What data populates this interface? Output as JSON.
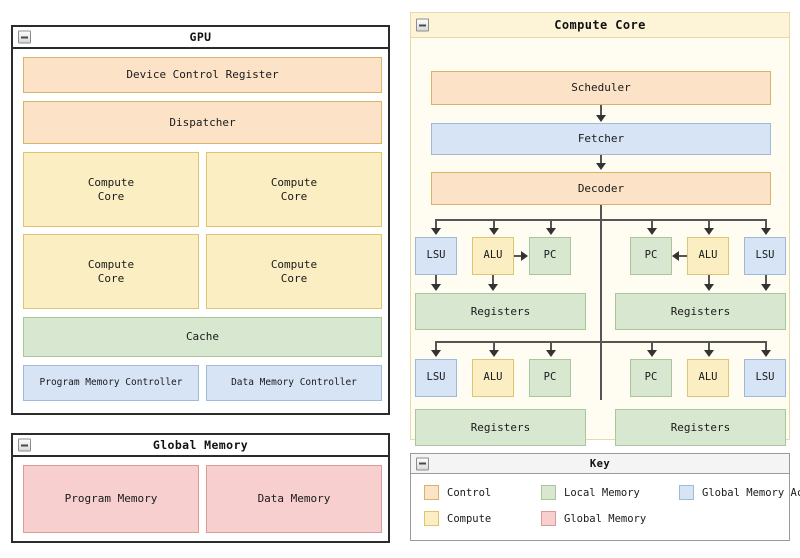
{
  "gpu_panel": {
    "title": "GPU",
    "collapse_icon": "minus-icon",
    "device_control_register": "Device Control Register",
    "dispatcher": "Dispatcher",
    "compute_cores": [
      "Compute\nCore",
      "Compute\nCore",
      "Compute\nCore",
      "Compute\nCore"
    ],
    "cache": "Cache",
    "program_memory_controller": "Program Memory Controller",
    "data_memory_controller": "Data Memory Controller"
  },
  "global_memory_panel": {
    "title": "Global Memory",
    "collapse_icon": "minus-icon",
    "program_memory": "Program Memory",
    "data_memory": "Data Memory"
  },
  "compute_core_panel": {
    "title": "Compute Core",
    "collapse_icon": "minus-icon",
    "scheduler": "Scheduler",
    "fetcher": "Fetcher",
    "decoder": "Decoder",
    "thread_groups": [
      {
        "units": [
          "LSU",
          "ALU",
          "PC",
          "PC",
          "ALU",
          "LSU"
        ],
        "registers_left": "Registers",
        "registers_right": "Registers"
      },
      {
        "units": [
          "LSU",
          "ALU",
          "PC",
          "PC",
          "ALU",
          "LSU"
        ],
        "registers_left": "Registers",
        "registers_right": "Registers"
      }
    ]
  },
  "key_panel": {
    "title": "Key",
    "collapse_icon": "minus-icon",
    "entries": [
      {
        "label": "Control",
        "fill": "#fce3c8",
        "stroke": "#d8b468"
      },
      {
        "label": "Local Memory",
        "fill": "#d8e8d0",
        "stroke": "#a9c79b"
      },
      {
        "label": "Global Memory Access",
        "fill": "#d6e4f6",
        "stroke": "#9fb9d8"
      },
      {
        "label": "Compute",
        "fill": "#fbeec2",
        "stroke": "#ddc574"
      },
      {
        "label": "Global Memory",
        "fill": "#f7cfce",
        "stroke": "#dd9b98"
      }
    ]
  }
}
